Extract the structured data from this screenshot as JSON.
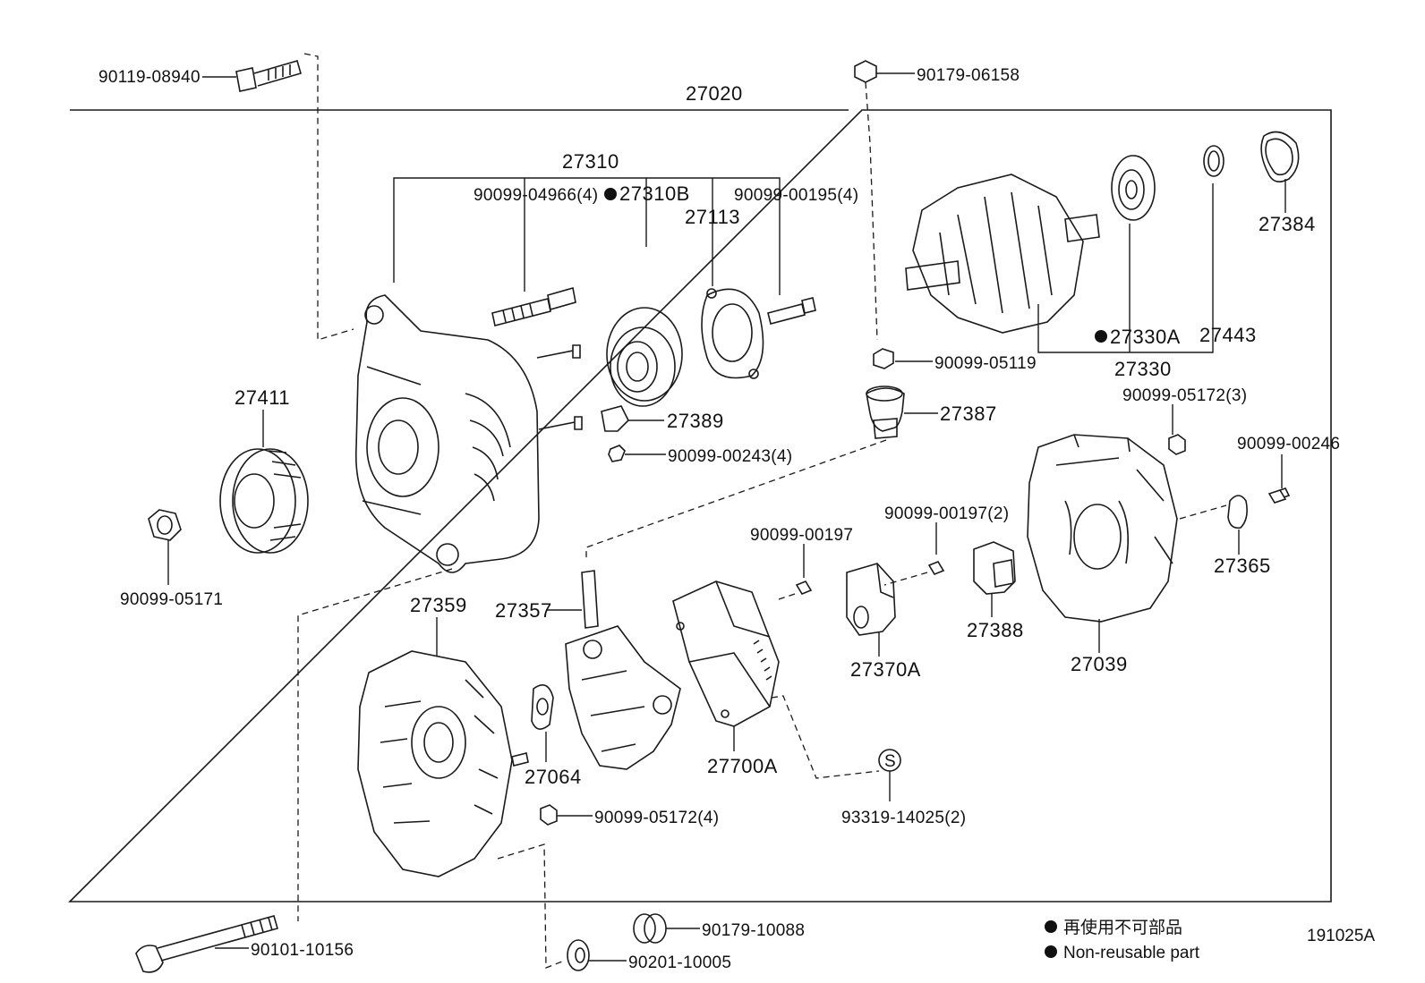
{
  "assembly": {
    "main": "27020",
    "sub_27310": "27310",
    "sub_27330": "27330"
  },
  "labels": {
    "p90119_08940": "90119-08940",
    "p90179_06158": "90179-06158",
    "p90099_04966": "90099-04966(4)",
    "p27310B": "27310B",
    "p27113": "27113",
    "p90099_00195": "90099-00195(4)",
    "p27384": "27384",
    "p27330A": "27330A",
    "p27443": "27443",
    "p90099_05119": "90099-05119",
    "p27411": "27411",
    "p27389": "27389",
    "p90099_00243": "90099-00243(4)",
    "p27387": "27387",
    "p90099_05172_3": "90099-05172(3)",
    "p90099_00246": "90099-00246",
    "p90099_05171": "90099-05171",
    "p90099_00197": "90099-00197",
    "p90099_00197_2": "90099-00197(2)",
    "p27365": "27365",
    "p27359": "27359",
    "p27357": "27357",
    "p27388": "27388",
    "p27370A": "27370A",
    "p27039": "27039",
    "p27064": "27064",
    "p27700A": "27700A",
    "p93319_14025": "93319-14025(2)",
    "p90099_05172_4": "90099-05172(4)",
    "p90101_10156": "90101-10156",
    "p90179_10088": "90179-10088",
    "p90201_10005": "90201-10005",
    "s_mark": "S"
  },
  "legend": {
    "ja": "再使用不可部品",
    "en": "Non-reusable part"
  },
  "figure_id": "191025A"
}
